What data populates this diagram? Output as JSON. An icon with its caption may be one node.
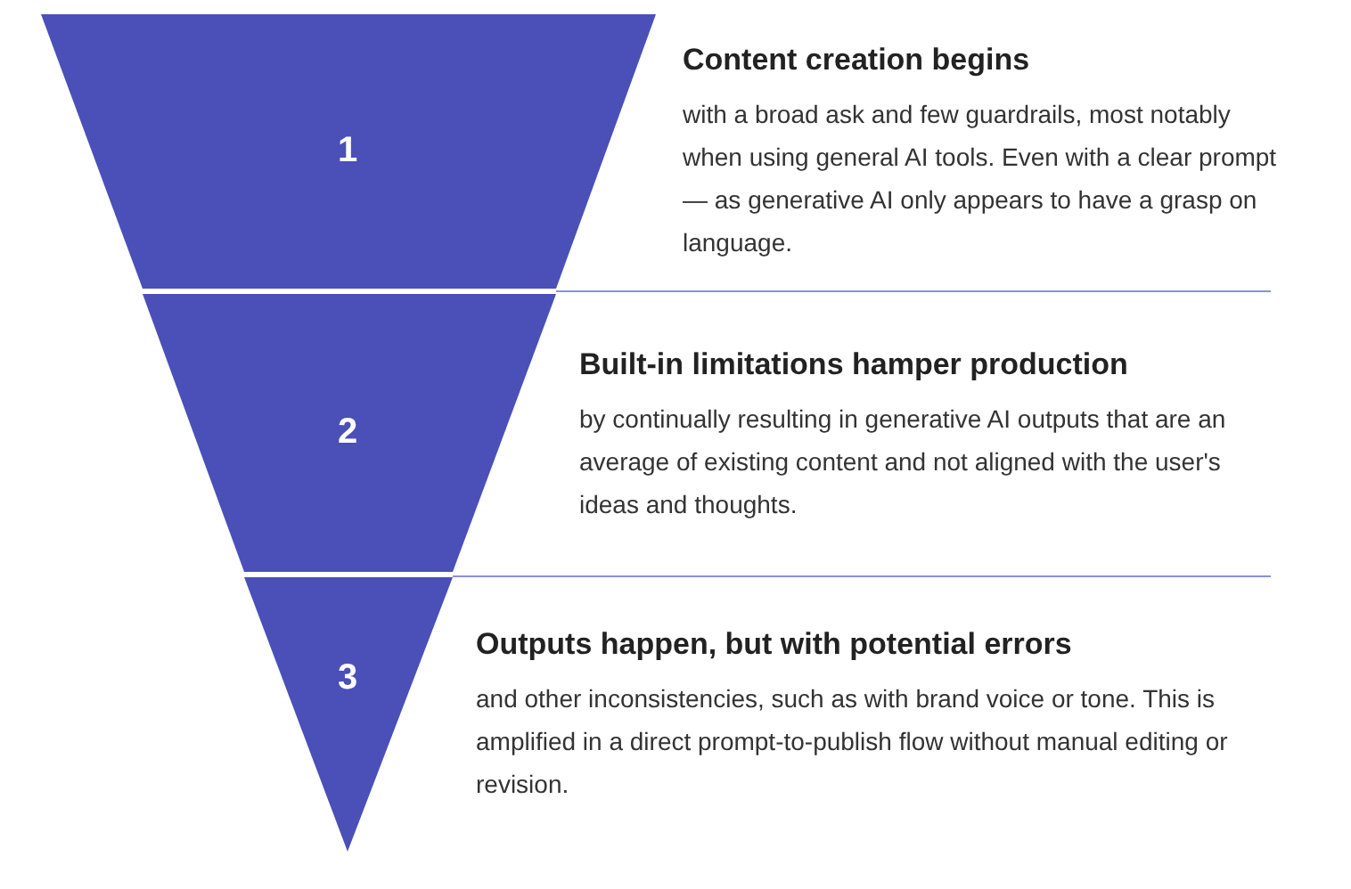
{
  "diagram": {
    "nodes": [
      {
        "text": [
          "1"
        ],
        "beside": [
          "Content creation begins",
          "with a broad ask and few guardrails, most notably when using general AI tools. Even with a clear prompt — as generative AI only appears to have a grasp on language."
        ]
      },
      {
        "text": [
          "2"
        ],
        "beside": [
          "Built-in limitations hamper production",
          "by continually resulting in generative AI outputs that are an average of existing content and not aligned with the user's ideas and thoughts."
        ]
      },
      {
        "text": [
          "3"
        ],
        "beside": [
          "Outputs happen, but with potential errors",
          "and other inconsistencies, such as with brand voice or tone. This is amplified in a direct prompt-to-publish flow without manual editing or revision."
        ]
      }
    ]
  }
}
